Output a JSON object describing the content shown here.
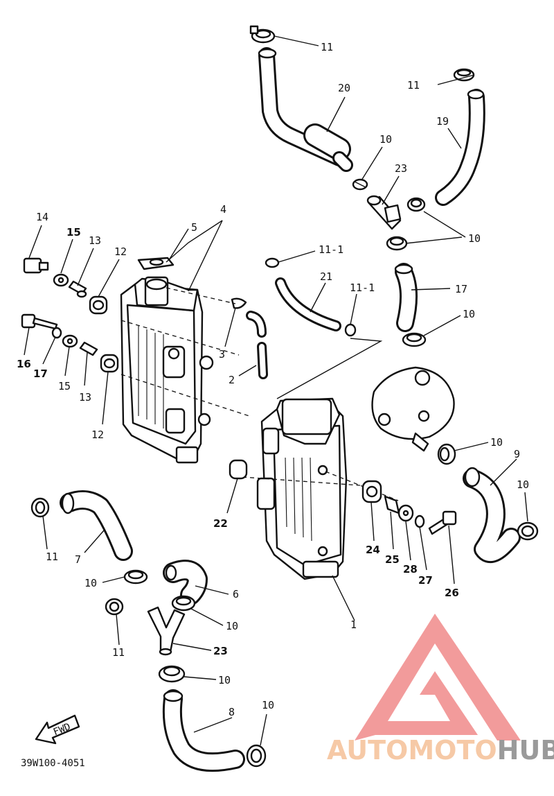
{
  "diagram": {
    "drawing_code": "39W100-4051",
    "fwd_label": "FWD",
    "watermark": {
      "text_light": "AUTOMOTO",
      "text_dark": "HUB",
      "color_light": "#f6c9a6",
      "color_dark": "#9a9a9a",
      "logo_color": "#f08a8a"
    },
    "callouts": [
      "11",
      "20",
      "11",
      "19",
      "10",
      "23",
      "10",
      "4",
      "5",
      "14",
      "15",
      "13",
      "12",
      "11-1",
      "21",
      "11-1",
      "17",
      "10",
      "3",
      "2",
      "16",
      "17",
      "15",
      "13",
      "12",
      "10",
      "9",
      "10",
      "22",
      "24",
      "25",
      "28",
      "27",
      "26",
      "11",
      "7",
      "10",
      "6",
      "10",
      "11",
      "23",
      "1",
      "10",
      "8",
      "10"
    ]
  }
}
